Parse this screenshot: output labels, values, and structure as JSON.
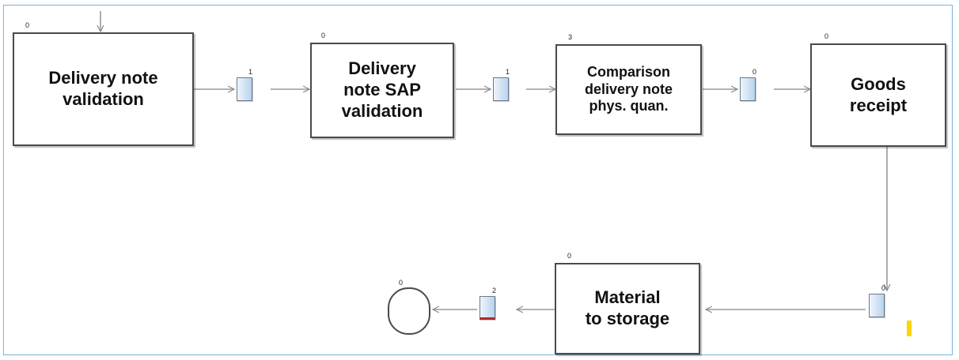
{
  "stations": [
    {
      "id": "delivery-note-validation",
      "label": "Delivery note\nvalidation",
      "count": "0"
    },
    {
      "id": "delivery-note-sap-validation",
      "label": "Delivery\nnote SAP\nvalidation",
      "count": "0"
    },
    {
      "id": "comparison-delivery-note",
      "label": "Comparison\ndelivery note\nphys. quan.",
      "count": "3"
    },
    {
      "id": "goods-receipt",
      "label": "Goods\nreceipt",
      "count": "0"
    },
    {
      "id": "material-to-storage",
      "label": "Material\nto storage",
      "count": "0"
    }
  ],
  "queues": [
    {
      "count": "1"
    },
    {
      "count": "1"
    },
    {
      "count": "0"
    },
    {
      "count": "0"
    },
    {
      "count": "2"
    }
  ],
  "sink": {
    "count": "0"
  },
  "colors": {
    "border": "#4a4a4a",
    "connector": "#9a9a9a",
    "queue_fill": "#b9d3ee",
    "frame": "#7fb3de",
    "marker": "#ffd400"
  }
}
